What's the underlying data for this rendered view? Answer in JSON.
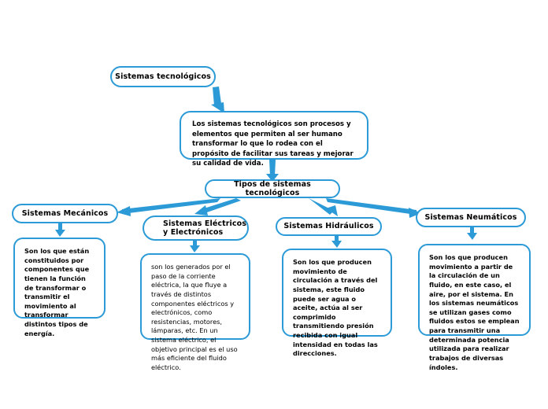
{
  "diagram": {
    "title": "Sistemas tecnológicos",
    "accent_color": "#2b9ad6",
    "root": {
      "label": "Sistemas tecnológicos"
    },
    "definition": {
      "text": "Los sistemas tecnológicos son procesos y elementos que permiten al ser humano transformar lo que lo rodea con el propósito de facilitar sus tareas y mejorar su calidad de vida."
    },
    "types_node": {
      "label": "Tipos de sistemas tecnológicos"
    },
    "branches": [
      {
        "id": "mecanicos",
        "header": "Sistemas Mecánicos",
        "body": "Son los que están constituidos por componentes que tienen la función de transformar o transmitir el movimiento al transformar distintos tipos de energía."
      },
      {
        "id": "electricos",
        "header": "Sistemas Eléctricos y Electrónicos",
        "header_line1": "Sistemas Eléctricos",
        "header_line2": "y Electrónicos",
        "body": "son los generados por el paso de la corriente eléctrica, la que  fluye a través de distintos componentes eléctricos y electrónicos, como resistencias, motores, lámparas, etc. En un sistema eléctrico, el objetivo principal es el uso más eficiente del fluido eléctrico."
      },
      {
        "id": "hidraulicos",
        "header": "Sistemas Hidráulicos",
        "body": "Son los que producen movimiento de circulación a través del sistema, este fluido puede ser agua o aceite, actúa al ser comprimido transmitiendo presión recibida con igual intensidad en todas las direcciones."
      },
      {
        "id": "neumaticos",
        "header": "Sistemas Neumáticos",
        "body": "Son los que producen movimiento a partir de la  circulación de un fluido, en este caso, el aire, por el sistema. En los sistemas neumáticos se utilizan gases como fluidos estos se emplean para transmitir una determinada potencia utilizada para realizar trabajos de diversas índoles."
      }
    ]
  }
}
